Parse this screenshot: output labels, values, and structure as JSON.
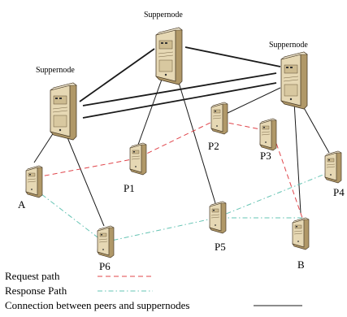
{
  "labels": {
    "supernode_top": "Suppernode",
    "supernode_left": "Suppernode",
    "supernode_right": "Suppernode",
    "A": "A",
    "P1": "P1",
    "P2": "P2",
    "P3": "P3",
    "P4": "P4",
    "P5": "P5",
    "P6": "P6",
    "B": "B"
  },
  "legend": {
    "request": "Request path",
    "response": "Response Path",
    "connection": "Connection between peers and suppernodes"
  },
  "colors": {
    "request": "#e0444a",
    "response": "#66c4b4",
    "connection": "#1a1a1a",
    "server_body": "#e6d8b4",
    "server_shade": "#b09868"
  }
}
